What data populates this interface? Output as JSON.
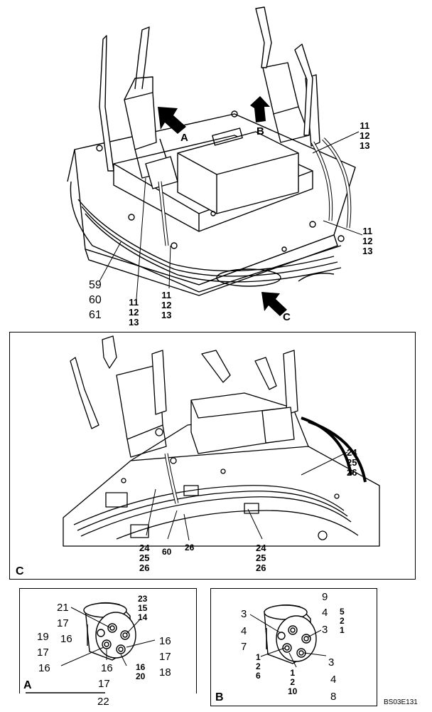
{
  "top_view": {
    "arrow_a": "A",
    "arrow_b": "B",
    "arrow_c": "C",
    "callouts": [
      {
        "id": "right_upper",
        "items": [
          "11",
          "12",
          "13"
        ]
      },
      {
        "id": "right_lower",
        "items": [
          "11",
          "12",
          "13"
        ]
      },
      {
        "id": "left_bottom_a",
        "items": [
          "59",
          "60",
          "61"
        ]
      },
      {
        "id": "left_bottom_b",
        "items": [
          "11",
          "12",
          "13"
        ]
      },
      {
        "id": "left_bottom_c",
        "items": [
          "11",
          "12",
          "13"
        ]
      }
    ]
  },
  "view_c": {
    "panel_label": "C",
    "callouts": [
      {
        "id": "right",
        "items": [
          "24",
          "25",
          "26"
        ]
      },
      {
        "id": "bottom_left",
        "items": [
          "24",
          "25",
          "26"
        ]
      },
      {
        "id": "bottom_60",
        "items": [
          "60"
        ]
      },
      {
        "id": "bottom_26",
        "items": [
          "26"
        ]
      },
      {
        "id": "bottom_right",
        "items": [
          "24",
          "25",
          "26"
        ]
      }
    ]
  },
  "view_a": {
    "panel_label": "A",
    "labels": {
      "n21": "21",
      "n17a": "17",
      "n19": "19",
      "n16a": "16",
      "n17b": "17",
      "n16b": "16",
      "n23": "23",
      "n15": "15",
      "n14": "14",
      "n16c": "16",
      "n17c": "17",
      "n18": "18",
      "n16d": "16",
      "n16e": "16",
      "n20": "20",
      "n17d": "17",
      "n22": "22"
    }
  },
  "view_b": {
    "panel_label": "B",
    "labels": {
      "n9": "9",
      "n3a": "3",
      "n4a": "4",
      "n5": "5",
      "n2a": "2",
      "n3b": "3",
      "n1a": "1",
      "n4b": "4",
      "n7": "7",
      "n1b": "1",
      "n2b": "2",
      "n6": "6",
      "n3c": "3",
      "n1c": "1",
      "n2c": "2",
      "n10": "10",
      "n4c": "4",
      "n8": "8"
    }
  },
  "figure_code": "BS03E131"
}
